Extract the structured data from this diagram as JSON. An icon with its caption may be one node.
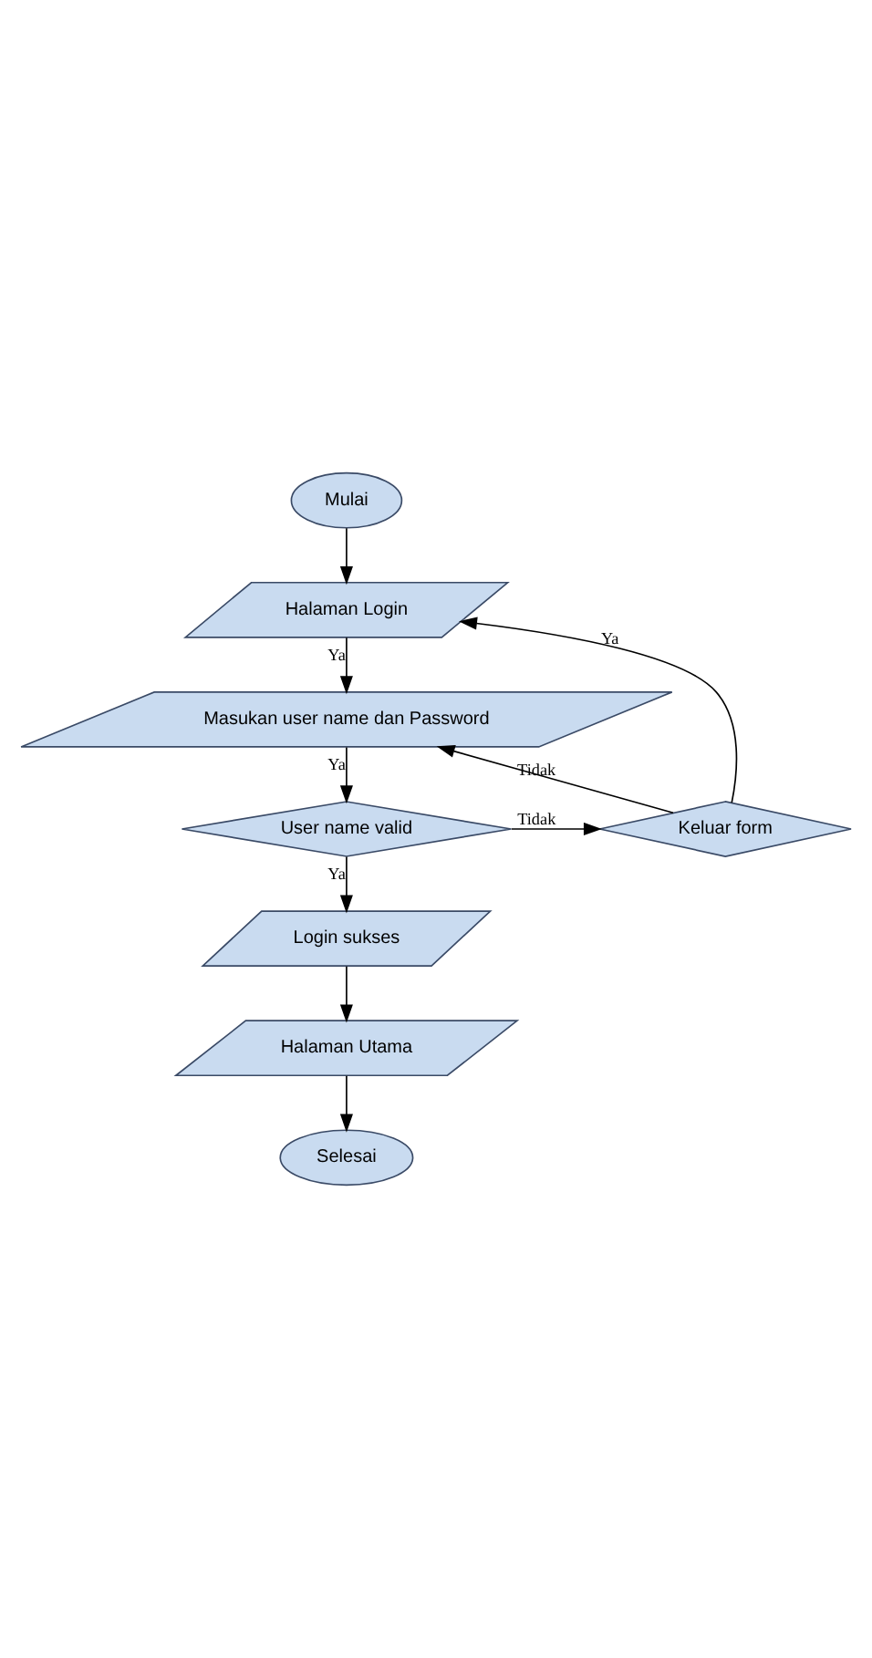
{
  "diagram": {
    "nodes": [
      {
        "text": [
          "Mulai"
        ]
      },
      {
        "text": [
          "Halaman Login"
        ]
      },
      {
        "text": [
          "Masukan user name dan Password"
        ]
      },
      {
        "text": [
          "User name valid"
        ]
      },
      {
        "text": [
          "Keluar form"
        ]
      },
      {
        "text": [
          "Login sukses"
        ]
      },
      {
        "text": [
          "Halaman Utama"
        ]
      },
      {
        "text": [
          "Selesai"
        ]
      }
    ],
    "edges": [
      {
        "from": 0,
        "to": 1,
        "arrow": "to"
      },
      {
        "from": 1,
        "to": 2,
        "arrow": "to",
        "label": "Ya"
      },
      {
        "from": 2,
        "to": 3,
        "arrow": "to",
        "label": "Ya"
      },
      {
        "from": 3,
        "to": 4,
        "arrow": "to",
        "label": "Tidak"
      },
      {
        "from": 4,
        "to": 1,
        "arrow": "to",
        "label": "Ya"
      },
      {
        "from": 4,
        "to": 2,
        "arrow": "to",
        "label": "Tidak"
      },
      {
        "from": 3,
        "to": 5,
        "arrow": "to",
        "label": "Ya"
      },
      {
        "from": 5,
        "to": 6,
        "arrow": "to"
      },
      {
        "from": 6,
        "to": 7,
        "arrow": "to"
      }
    ]
  }
}
